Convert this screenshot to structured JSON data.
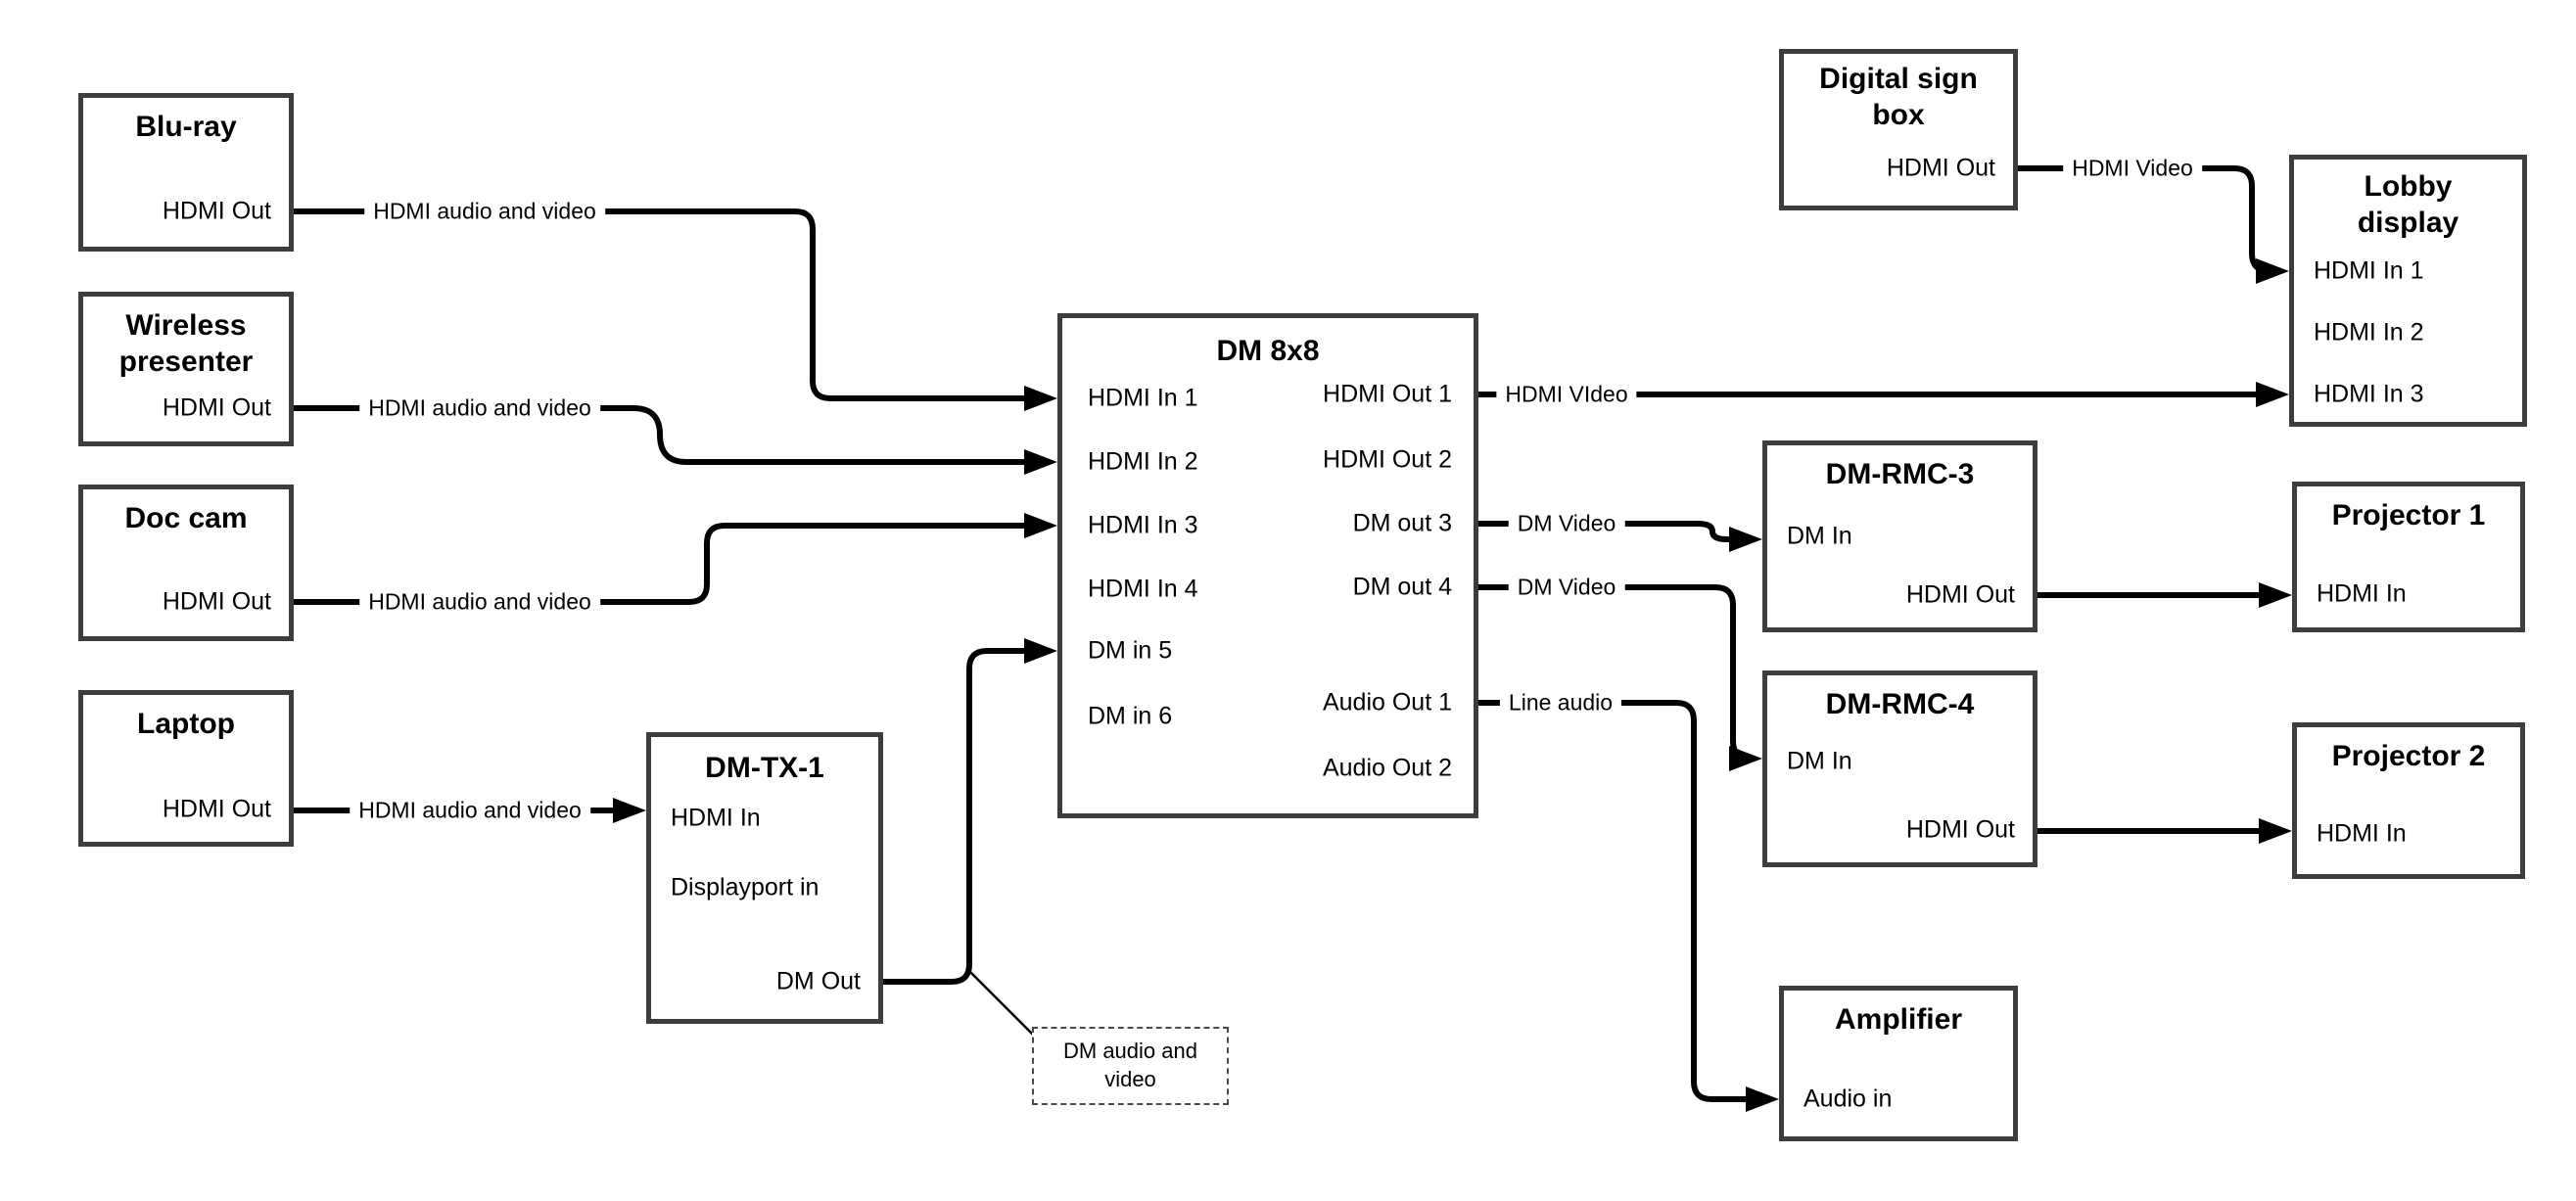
{
  "colors": {
    "background": "#ffffff",
    "box_border": "#3d3d3d",
    "wire": "#000000",
    "text": "#000000"
  },
  "boxes": {
    "bluray": {
      "title": "Blu-ray",
      "port_hdmi_out": "HDMI Out"
    },
    "wireless": {
      "title": "Wireless presenter",
      "port_hdmi_out": "HDMI Out"
    },
    "doccam": {
      "title": "Doc cam",
      "port_hdmi_out": "HDMI Out"
    },
    "laptop": {
      "title": "Laptop",
      "port_hdmi_out": "HDMI Out"
    },
    "dmtx1": {
      "title": "DM-TX-1",
      "ports": [
        "HDMI In",
        "Displayport in",
        "DM Out"
      ]
    },
    "dm8x8": {
      "title": "DM 8x8",
      "inputs": [
        "HDMI In 1",
        "HDMI In 2",
        "HDMI In 3",
        "HDMI In 4",
        "DM in 5",
        "DM in 6"
      ],
      "outputs": [
        "HDMI Out 1",
        "HDMI Out 2",
        "DM out 3",
        "DM out 4",
        "Audio Out 1",
        "Audio Out 2"
      ]
    },
    "digitalsign": {
      "title": "Digital sign box",
      "port_hdmi_out": "HDMI Out"
    },
    "lobby": {
      "title": "Lobby display",
      "ports": [
        "HDMI In 1",
        "HDMI In 2",
        "HDMI In 3"
      ]
    },
    "rmc3": {
      "title": "DM-RMC-3",
      "port_dm_in": "DM In",
      "port_hdmi_out": "HDMI Out"
    },
    "proj1": {
      "title": "Projector 1",
      "port_hdmi_in": "HDMI In"
    },
    "rmc4": {
      "title": "DM-RMC-4",
      "port_dm_in": "DM In",
      "port_hdmi_out": "HDMI Out"
    },
    "proj2": {
      "title": "Projector 2",
      "port_hdmi_in": "HDMI In"
    },
    "amp": {
      "title": "Amplifier",
      "port_audio_in": "Audio in"
    }
  },
  "wire_labels": {
    "bluray_to_dm": "HDMI audio and video",
    "wireless_to_dm": "HDMI audio and video",
    "doccam_to_dm": "HDMI audio and video",
    "laptop_to_tx": "HDMI audio and video",
    "sign_to_lobby": "HDMI Video",
    "out1_to_lobby": "HDMI VIdeo",
    "out3_to_rmc3": "DM Video",
    "out4_to_rmc4": "DM Video",
    "audio1_to_amp": "Line audio"
  },
  "callout": {
    "dm_av": "DM audio and video"
  }
}
